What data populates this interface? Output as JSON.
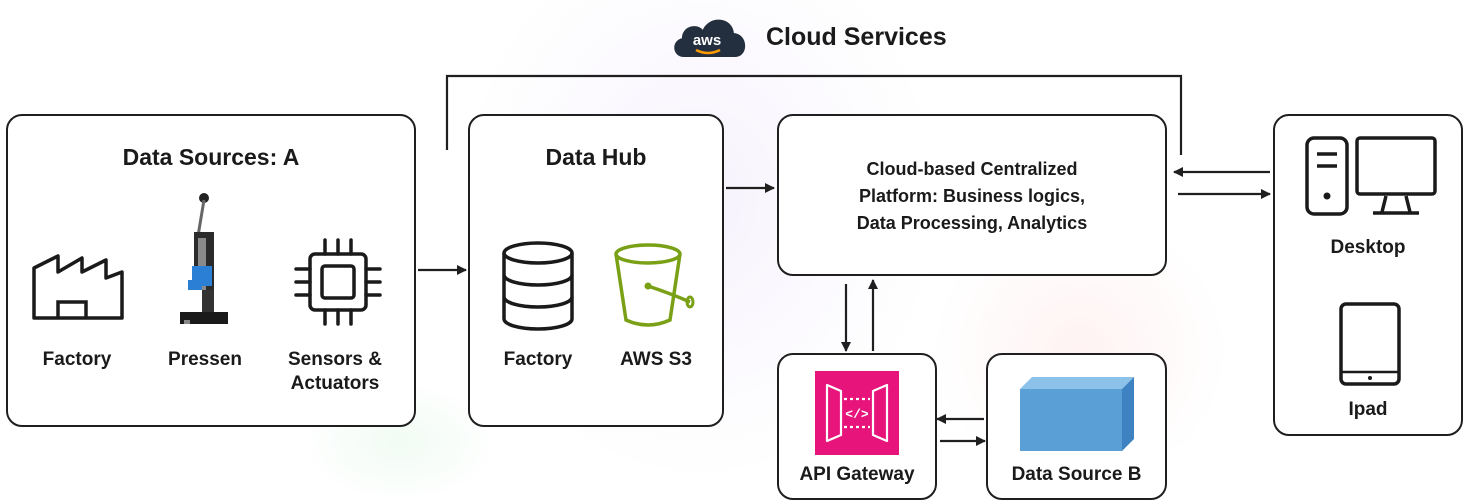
{
  "header": {
    "title": "Cloud Services",
    "logo_text": "aws"
  },
  "data_sources_a": {
    "title": "Data Sources: A",
    "items": [
      {
        "label": "Factory",
        "icon": "factory-icon"
      },
      {
        "label": "Pressen",
        "icon": "press-machine-icon"
      },
      {
        "label": "Sensors &\nActuators",
        "icon": "chip-icon"
      }
    ]
  },
  "data_hub": {
    "title": "Data Hub",
    "items": [
      {
        "label": "Factory",
        "icon": "database-icon"
      },
      {
        "label": "AWS S3",
        "icon": "s3-bucket-icon"
      }
    ]
  },
  "platform": {
    "text": "Cloud-based Centralized\nPlatform: Business logics,\nData Processing, Analytics"
  },
  "api_gateway": {
    "label": "API Gateway",
    "icon": "api-gateway-icon",
    "icon_symbol": "</>"
  },
  "data_source_b": {
    "label": "Data Source B",
    "icon": "cube-icon"
  },
  "clients": {
    "items": [
      {
        "label": "Desktop",
        "icon": "desktop-icon"
      },
      {
        "label": "Ipad",
        "icon": "tablet-icon"
      }
    ]
  },
  "colors": {
    "stroke": "#1f1f1f",
    "aws_navy": "#232f3e",
    "aws_orange": "#ff9900",
    "s3_green": "#7aa116",
    "api_gateway_pink": "#e7157b",
    "cube_blue": "#5a9fd6"
  }
}
